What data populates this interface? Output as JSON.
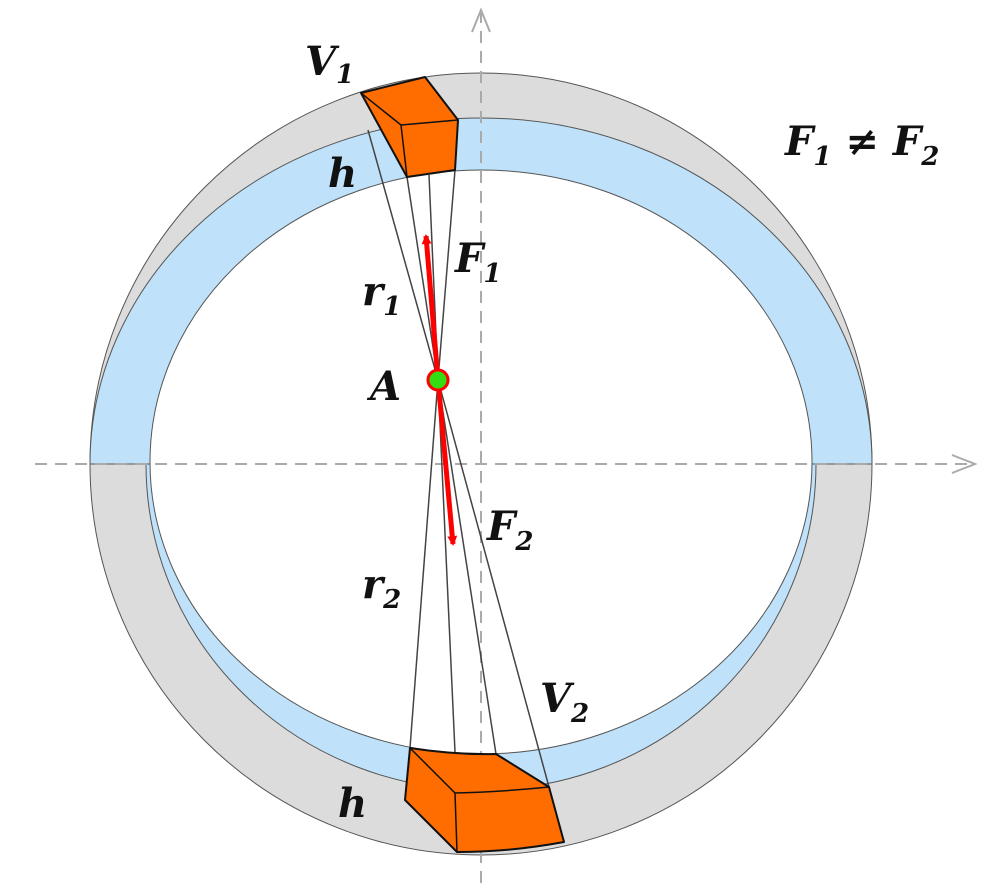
{
  "title": "F1 ≠ F2",
  "labels": {
    "v1": {
      "main": "V",
      "sub": "1"
    },
    "v2": {
      "main": "V",
      "sub": "2"
    },
    "h_top": "h",
    "h_bottom": "h",
    "f1": {
      "main": "F",
      "sub": "1"
    },
    "f2": {
      "main": "F",
      "sub": "2"
    },
    "r1": {
      "main": "r",
      "sub": "1"
    },
    "r2": {
      "main": "r",
      "sub": "2"
    },
    "a": "A",
    "inequality": {
      "f1": "F",
      "s1": "1",
      "neq": " ≠ ",
      "f2": "F",
      "s2": "2"
    }
  },
  "colors": {
    "ring": "#dcdcdc",
    "liquid": "#bfe2fa",
    "block": "#ff6d00",
    "force": "#ff0000",
    "point": "#33dd11",
    "axis": "#aaaaaa"
  }
}
